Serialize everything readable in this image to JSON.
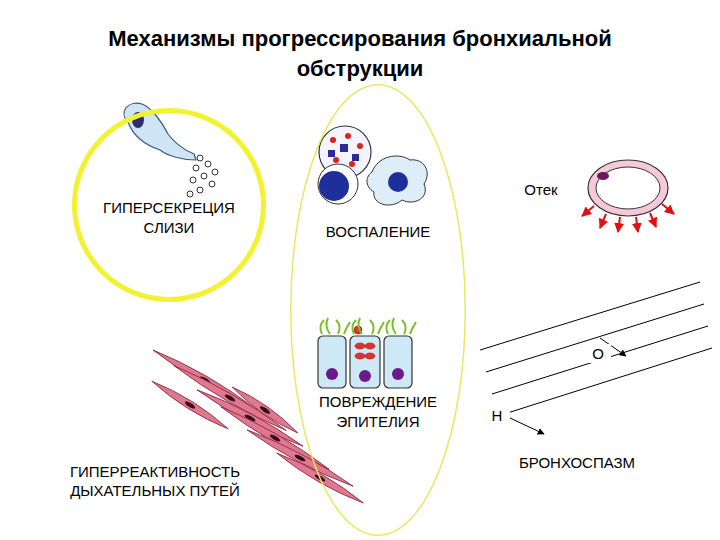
{
  "diagram": {
    "title": "Механизмы прогрессирования бронхиальной обструкции",
    "nodes": [
      {
        "text": [
          "ГИПЕРСЕКРЕЦИЯ СЛИЗИ"
        ]
      },
      {
        "text": [
          "ВОСПАЛЕНИЕ",
          "ПОВРЕЖДЕНИЕ ЭПИТЕЛИЯ"
        ]
      }
    ],
    "labels": [
      "Отек",
      "О",
      "Н",
      "БРОНХОСПАЗМ",
      "ГИПЕРРЕАКТИВНОСТЬ ДЫХАТЕЛЬНЫХ ПУТЕЙ"
    ]
  }
}
